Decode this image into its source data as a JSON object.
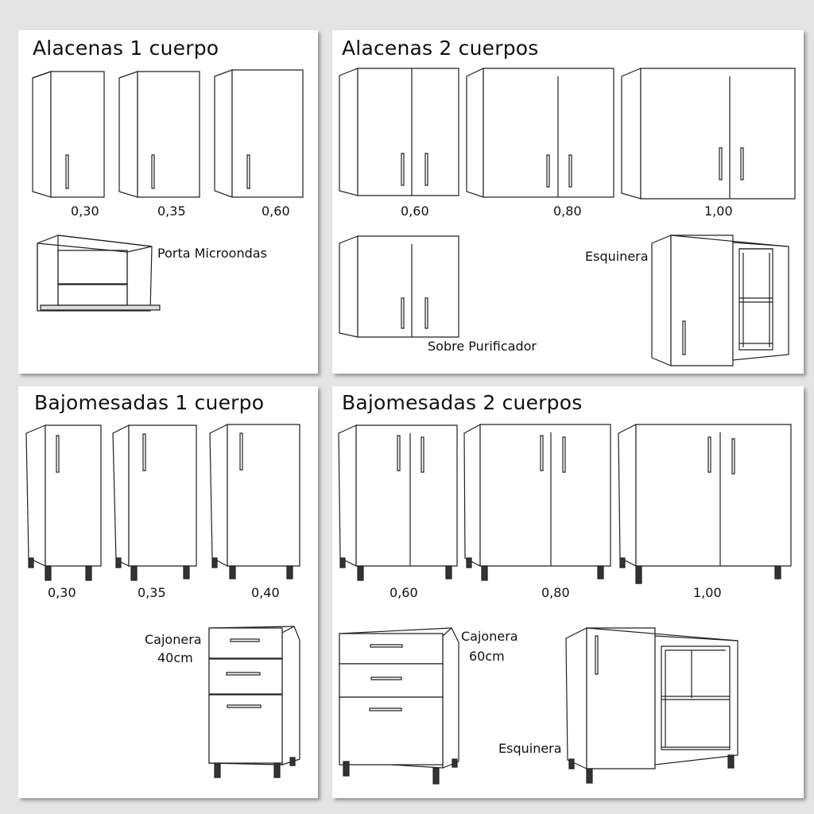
{
  "panels": {
    "alacenas_1": {
      "title": "Alacenas 1 cuerpo",
      "sizes": [
        "0,30",
        "0,35",
        "0,60"
      ],
      "microwave_label": "Porta Microondas"
    },
    "alacenas_2": {
      "title": "Alacenas 2 cuerpos",
      "sizes": [
        "0,60",
        "0,80",
        "1,00"
      ],
      "purifier_label": "Sobre Purificador",
      "corner_label": "Esquinera"
    },
    "bajomesadas_1": {
      "title": "Bajomesadas 1 cuerpo",
      "sizes": [
        "0,30",
        "0,35",
        "0,40"
      ],
      "drawer_label_1": "Cajonera",
      "drawer_label_2": "40cm"
    },
    "bajomesadas_2": {
      "title": "Bajomesadas 2 cuerpos",
      "sizes": [
        "0,60",
        "0,80",
        "1,00"
      ],
      "drawer_label_1": "Cajonera",
      "drawer_label_2": "60cm",
      "corner_label": "Esquinera"
    }
  },
  "colors": {
    "background": "#e4e4e4",
    "panel": "#ffffff",
    "line": "#222222"
  }
}
